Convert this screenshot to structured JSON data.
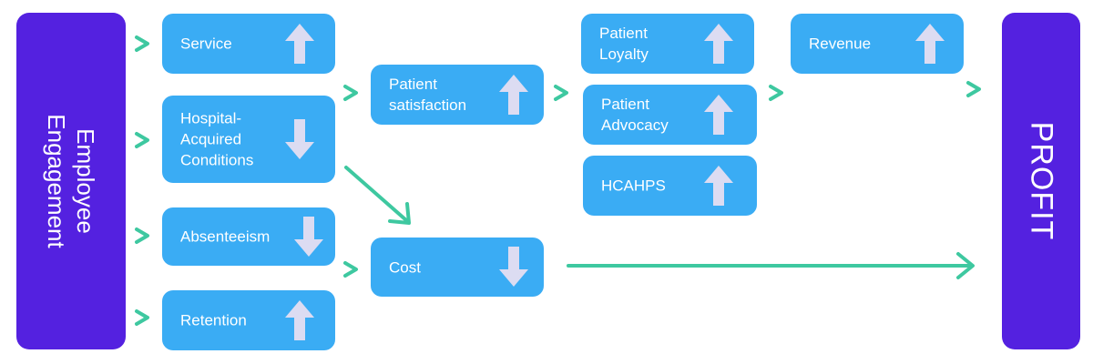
{
  "left_pillar": {
    "label": "Employee\nEngagement"
  },
  "right_pillar": {
    "label": "PROFIT"
  },
  "nodes": {
    "service": {
      "label": "Service",
      "trend": "up"
    },
    "hac": {
      "label": "Hospital-\nAcquired\nConditions",
      "trend": "down"
    },
    "absenteeism": {
      "label": "Absenteeism",
      "trend": "down"
    },
    "retention": {
      "label": "Retention",
      "trend": "up"
    },
    "patient_satisfaction": {
      "label": "Patient\nsatisfaction",
      "trend": "up"
    },
    "cost": {
      "label": "Cost",
      "trend": "down"
    },
    "patient_loyalty": {
      "label": "Patient\nLoyalty",
      "trend": "up"
    },
    "patient_advocacy": {
      "label": "Patient\nAdvocacy",
      "trend": "up"
    },
    "hcahps": {
      "label": "HCAHPS",
      "trend": "up"
    },
    "revenue": {
      "label": "Revenue",
      "trend": "up"
    }
  },
  "colors": {
    "pillar": "#5421e0",
    "box": "#3aacf4",
    "trend_arrow": "#dcdcf2",
    "connector": "#3ec8a0",
    "text": "#ffffff"
  }
}
